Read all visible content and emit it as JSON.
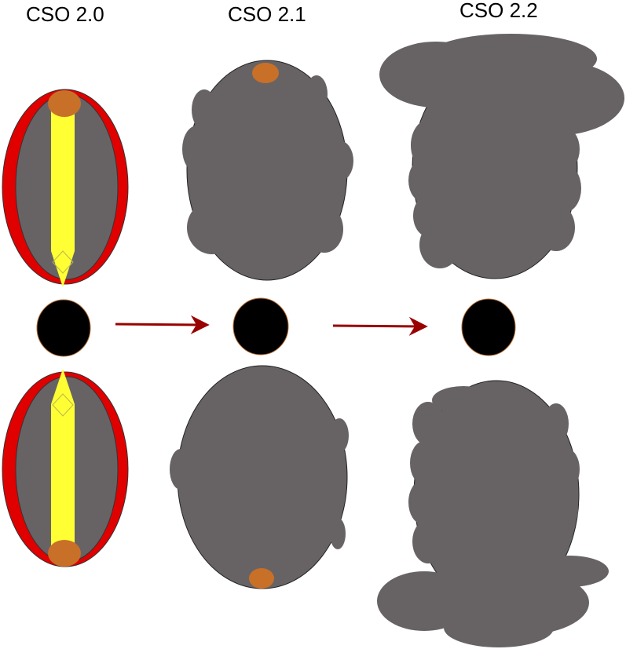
{
  "labels": {
    "stage_0": "CSO 2.0",
    "stage_1": "CSO 2.1",
    "stage_2": "CSO 2.2"
  },
  "colors": {
    "background": "#ffffff",
    "lobe_fill": "#676365",
    "outer_shell": "#e00000",
    "jet": "#ffff33",
    "knot": "#c87028",
    "core": "#000000",
    "arrow": "#990000"
  }
}
